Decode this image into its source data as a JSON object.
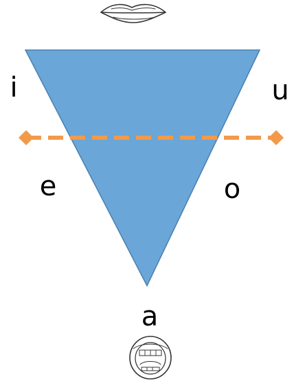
{
  "vowels": {
    "i": "i",
    "u": "u",
    "e": "e",
    "o": "o",
    "a": "a"
  },
  "colors": {
    "triangle_fill": "#6aa6d8",
    "triangle_stroke": "#4a7fb0",
    "dashed_line": "#f29a4a",
    "lips_stroke": "#333333"
  },
  "icons": {
    "top": "closed-mouth-icon",
    "bottom": "open-mouth-icon"
  }
}
